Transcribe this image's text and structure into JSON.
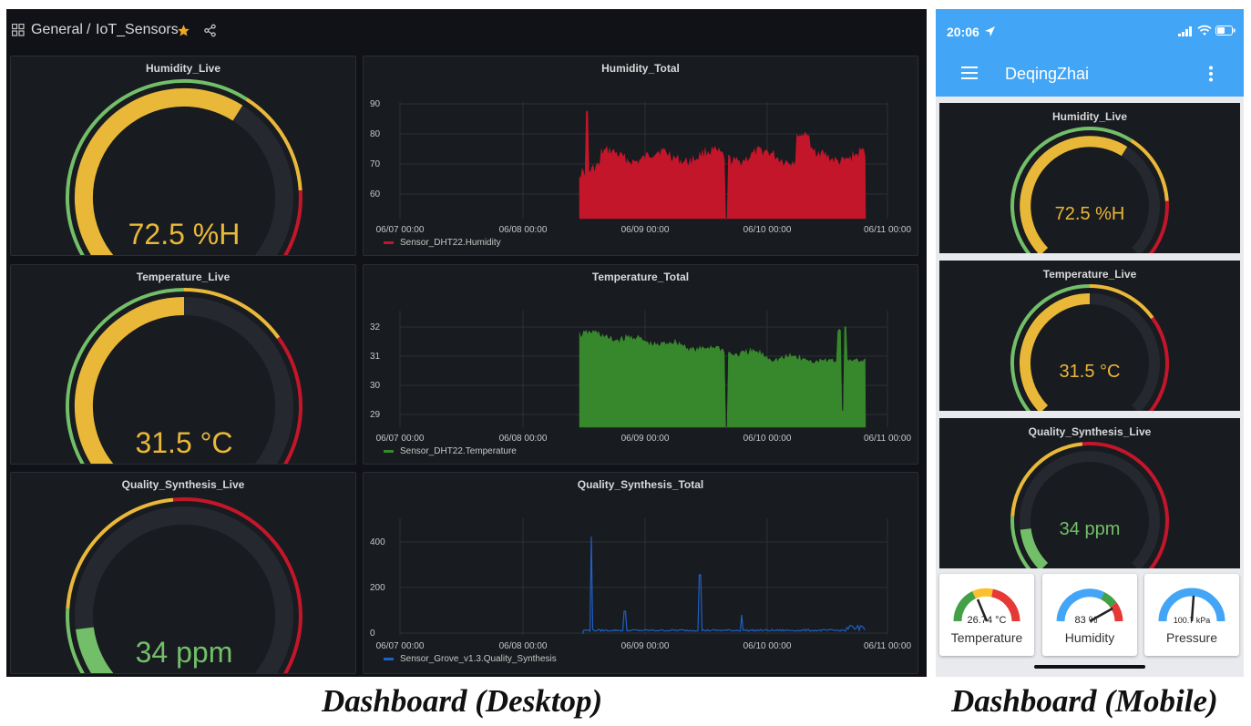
{
  "desktop": {
    "breadcrumb_folder": "General",
    "breadcrumb_sep": "/",
    "breadcrumb_dashboard": "IoT_Sensors",
    "gauges": [
      {
        "title": "Humidity_Live",
        "value_text": "72.5 %H",
        "value_color": "#eab839",
        "fill_fraction": 0.62
      },
      {
        "title": "Temperature_Live",
        "value_text": "31.5 °C",
        "value_color": "#eab839",
        "fill_fraction": 0.5
      },
      {
        "title": "Quality_Synthesis_Live",
        "value_text": "34 ppm",
        "value_color": "#73bf69",
        "fill_fraction": 0.14
      }
    ],
    "timeseries": [
      {
        "title": "Humidity_Total",
        "legend": "Sensor_DHT22.Humidity",
        "color": "#c4162a",
        "y_ticks": [
          "90",
          "80",
          "70",
          "60"
        ]
      },
      {
        "title": "Temperature_Total",
        "legend": "Sensor_DHT22.Temperature",
        "color": "#37872d",
        "y_ticks": [
          "32",
          "31",
          "30",
          "29"
        ]
      },
      {
        "title": "Quality_Synthesis_Total",
        "legend": "Sensor_Grove_v1.3.Quality_Synthesis",
        "color": "#1f60c4",
        "y_ticks": [
          "400",
          "200",
          "0"
        ]
      }
    ],
    "x_ticks": [
      "06/07 00:00",
      "06/08 00:00",
      "06/09 00:00",
      "06/10 00:00",
      "06/11 00:00"
    ]
  },
  "mobile": {
    "time": "20:06",
    "app_title": "DeqingZhai",
    "cards": [
      {
        "label": "Temperature",
        "value": "26.74 °C"
      },
      {
        "label": "Humidity",
        "value": "83 %"
      },
      {
        "label": "Pressure",
        "value": "100.7 kPa"
      }
    ]
  },
  "captions": {
    "desktop": "Dashboard (Desktop)",
    "mobile": "Dashboard (Mobile)"
  },
  "icons": [
    "grid-icon",
    "star-icon",
    "share-icon",
    "location-arrow-icon",
    "signal-icon",
    "wifi-icon",
    "battery-icon",
    "menu-icon",
    "more-vert-icon"
  ],
  "colors": {
    "green": "#73bf69",
    "yellow": "#eab839",
    "red": "#c4162a",
    "blue": "#42a5f5",
    "panel": "#181b1f",
    "background": "#111217"
  }
}
